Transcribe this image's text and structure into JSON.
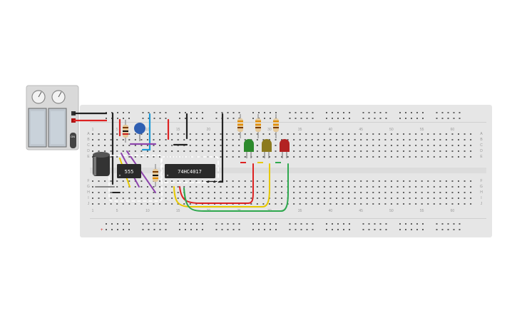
{
  "canvas": {
    "background": "#ffffff"
  },
  "breadboard": {
    "color": "#e6e6e6",
    "hole_color": "#5f5f5f",
    "row_labels_top": [
      "A",
      "B",
      "C",
      "D",
      "E"
    ],
    "row_labels_bottom": [
      "F",
      "G",
      "H",
      "I",
      "J"
    ],
    "column_numbers": [
      "1",
      "5",
      "10",
      "15",
      "20",
      "25",
      "30",
      "35",
      "40",
      "45",
      "50",
      "55",
      "60"
    ]
  },
  "power_supply": {
    "name": "dual power supply",
    "side_label": "ON"
  },
  "components": {
    "timer_chip": {
      "label": "555",
      "kind": "IC"
    },
    "counter_chip": {
      "label": "74HC4017",
      "kind": "IC"
    },
    "capacitor_electrolytic": {
      "kind": "electrolytic capacitor",
      "color": "#333333"
    },
    "capacitor_ceramic": {
      "kind": "ceramic capacitor",
      "color": "#2f5fb2"
    },
    "leds": [
      {
        "name": "green LED",
        "color": "#2c8a2c"
      },
      {
        "name": "yellow LED",
        "color": "#8c7a1e"
      },
      {
        "name": "red LED",
        "color": "#b22222"
      }
    ]
  },
  "wire_colors": {
    "red": "#dd2222",
    "black": "#222222",
    "blue": "#1e9ad8",
    "purple": "#8e44ad",
    "yellow": "#e6c800",
    "green": "#2fa84f"
  }
}
